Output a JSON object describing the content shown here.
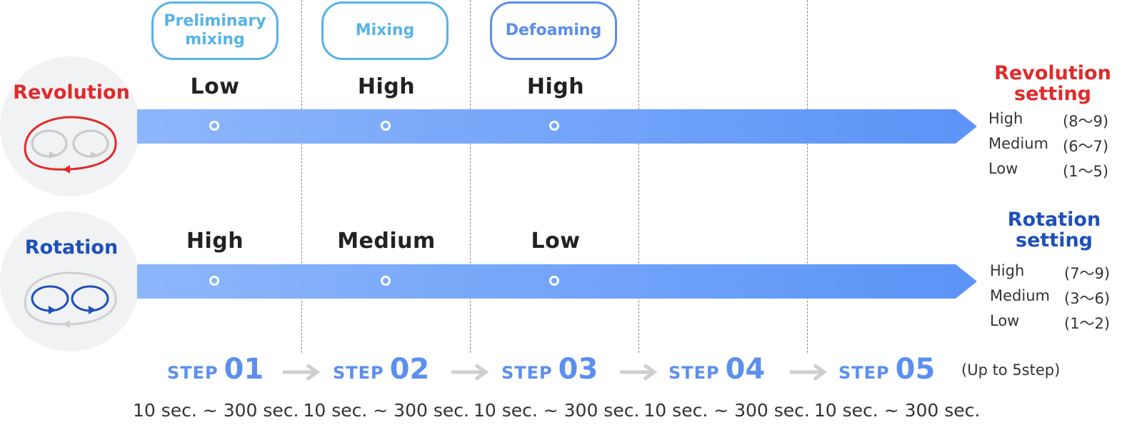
{
  "motions": {
    "revolution": {
      "label": "Revolution",
      "levels": [
        "Low",
        "High",
        "High"
      ]
    },
    "rotation": {
      "label": "Rotation",
      "levels": [
        "High",
        "Medium",
        "Low"
      ]
    }
  },
  "bubbles": [
    "Preliminary mixing",
    "Mixing",
    "Defoaming"
  ],
  "revolution_setting": {
    "title": "Revolution setting",
    "rows": [
      {
        "name": "High",
        "range": "(8～9)"
      },
      {
        "name": "Medium",
        "range": "(6～7)"
      },
      {
        "name": "Low",
        "range": "(1～5)"
      }
    ]
  },
  "rotation_setting": {
    "title": "Rotation setting",
    "rows": [
      {
        "name": "High",
        "range": "(7～9)"
      },
      {
        "name": "Medium",
        "range": "(3～6)"
      },
      {
        "name": "Low",
        "range": "(1～2)"
      }
    ]
  },
  "steps": {
    "word": "STEP",
    "numbers": [
      "01",
      "02",
      "03",
      "04",
      "05"
    ],
    "note": "(Up to 5step)",
    "durations": [
      "10 sec. ~ 300 sec.",
      "10 sec. ~ 300 sec.",
      "10 sec. ~ 300 sec.",
      "10 sec. ~ 300 sec.",
      "10 sec. ~ 300 sec."
    ]
  },
  "colors": {
    "revolution": "#e02a2a",
    "rotation": "#1e50b8",
    "bar_start": "#8db6fb",
    "bar_end": "#5b94f7",
    "step": "#5b8ff0"
  }
}
